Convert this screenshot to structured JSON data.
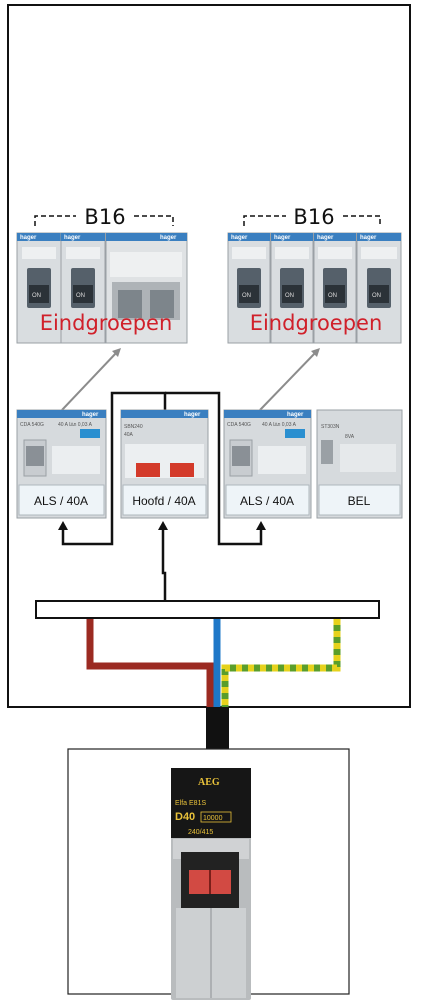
{
  "groups": {
    "left": {
      "rating": "B16",
      "label": "Eindgroepen"
    },
    "right": {
      "rating": "B16",
      "label": "Eindgroepen"
    }
  },
  "modules": {
    "als_left": {
      "plate": "ALS / 40A",
      "model": "CDA 540G",
      "spec": "40 A  I∆n 0,03 A"
    },
    "main": {
      "plate": "Hoofd / 40A",
      "model": "SBN240",
      "spec": "40A"
    },
    "als_right": {
      "plate": "ALS / 40A",
      "model": "CDA 540G",
      "spec": "40 A  I∆n 0,03 A"
    },
    "bell": {
      "plate": "BEL",
      "model": "ST303N",
      "spec": "8VA"
    }
  },
  "breakers": {
    "brand": "hager",
    "rating_small": "B 16",
    "on_label": "ON"
  },
  "meter_breaker": {
    "brand": "AEG",
    "model": "Elfa E81S",
    "rating": "D40",
    "capacity": "10000",
    "voltage": "240/415"
  },
  "colors": {
    "phase": "#9b2a22",
    "neutral": "#1f78c8",
    "earth_green": "#5a9e2a",
    "earth_yellow": "#e6d21c",
    "label_red": "#d0202a",
    "module_blue_label": "#2a8fd0"
  }
}
